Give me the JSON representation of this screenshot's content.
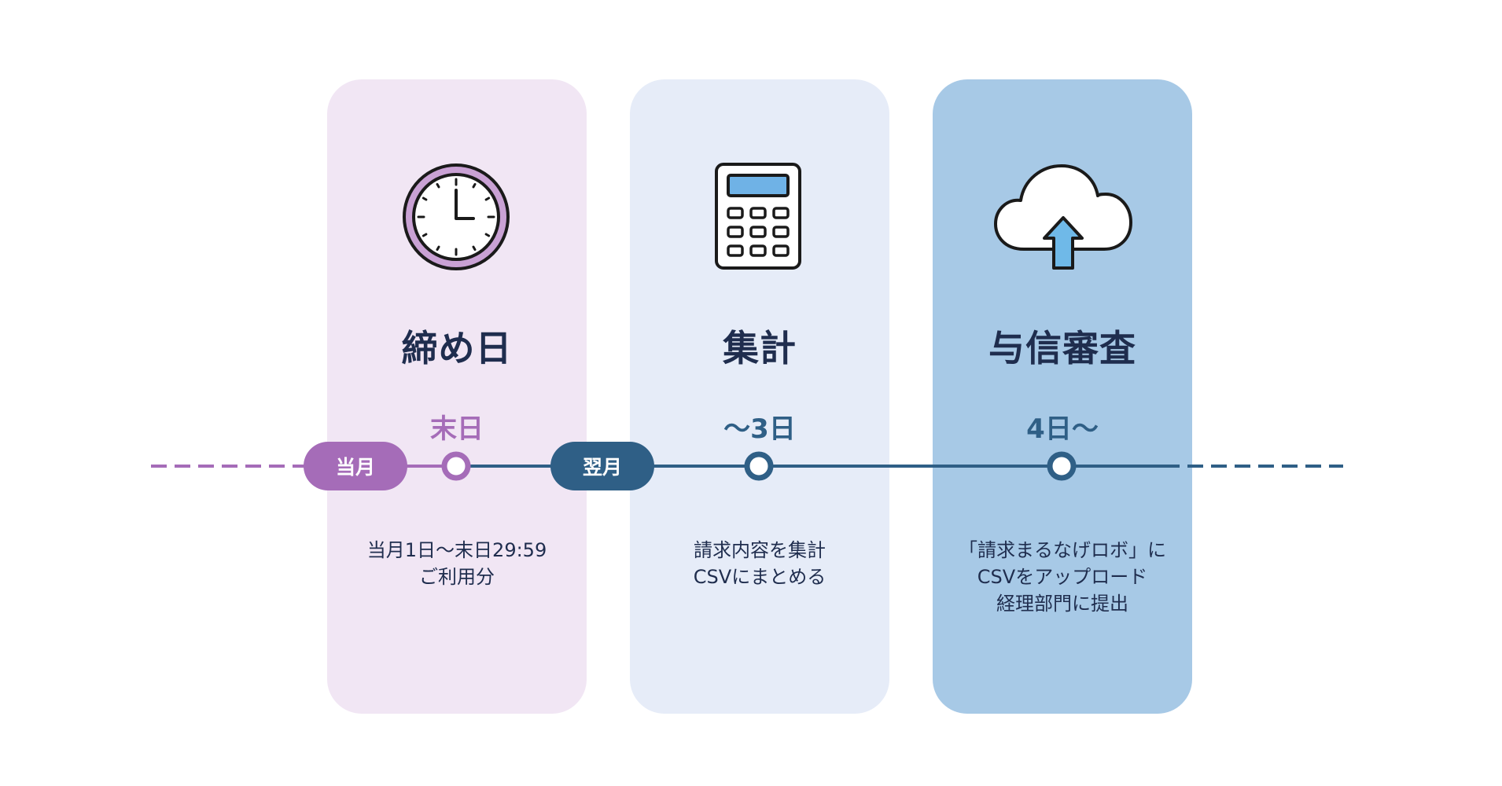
{
  "colors": {
    "purple": "#a56cb8",
    "navy": "#2f5f86",
    "card1_bg": "#f1e6f4",
    "card2_bg": "#e6ecf8",
    "card3_bg": "#a7c9e6",
    "text_dark": "#1f2d4e"
  },
  "timeline": {
    "current_month": "当月",
    "next_month": "翌月"
  },
  "steps": [
    {
      "title": "締め日",
      "date": "末日",
      "icon": "clock-icon",
      "desc": [
        "当月1日〜末日29:59",
        "ご利用分"
      ]
    },
    {
      "title": "集計",
      "date": "〜3日",
      "icon": "calculator-icon",
      "desc": [
        "請求内容を集計",
        "CSVにまとめる"
      ]
    },
    {
      "title": "与信審査",
      "date": "4日〜",
      "icon": "cloud-upload-icon",
      "desc": [
        "「請求まるなげロボ」に",
        "CSVをアップロード",
        "経理部門に提出"
      ]
    }
  ]
}
